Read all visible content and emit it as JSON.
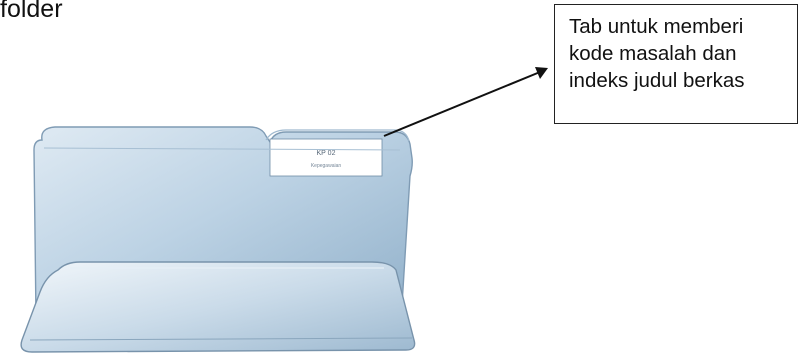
{
  "heading": "folder",
  "callout": {
    "text": "Tab untuk memberi\nkode masalah dan\nindeks judul berkas"
  },
  "folder": {
    "tab_code": "KP 02",
    "tab_subtitle": "Kepegawaian",
    "colors": {
      "body_light": "#e8f1f8",
      "body_mid": "#b9d0e3",
      "body_dark": "#8fb0ca",
      "edge": "#6f8ca6",
      "label_bg": "#ffffff"
    }
  }
}
